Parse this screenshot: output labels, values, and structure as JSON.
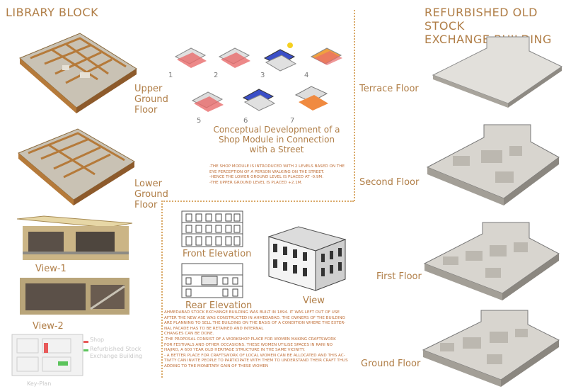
{
  "library": {
    "title": "LIBRARY BLOCK",
    "upper_ground": "Upper Ground Floor",
    "lower_ground": "Lower Ground Floor",
    "view1": "View-1",
    "view2": "View-2"
  },
  "stock_exchange": {
    "title_line1": "REFURBISHED OLD STOCK",
    "title_line2": "EXCHANGE BUILDING",
    "floors": [
      "Terrace Floor",
      "Second Floor",
      "First Floor",
      "Ground Floor"
    ]
  },
  "shop_module": {
    "steps": [
      "1",
      "2",
      "3",
      "4",
      "5",
      "6",
      "7"
    ],
    "caption": "Conceptual Development of a Shop Module in Connection with a Street",
    "notes": [
      "-THE SHOP MODULE IS INTRODUCED WITH 2 LEVELS BASED ON THE EYE PERCEPTION OF A PERSON WALKING ON THE STREET.",
      "-HENCE THE LOWER GROUND LEVEL IS PLACED AT -0.9M.",
      "-THE UPPER GROUND LEVEL IS PLACED +2.1M."
    ]
  },
  "elevations": {
    "front": "Front Elevation",
    "rear": "Rear Elevation",
    "view": "View"
  },
  "description": [
    "AHMEDABAD STOCK EXCHANGE BUILDING WAS BUILT IN 1894. IT WAS LEFT OUT OF USE",
    "AFTER THE NEW ASE WAS CONSTRUCTED IN AHMEDABAD. THE OWNERS OF THE BUILDING",
    "ARE PLANNING TO SELL THE BUILDING ON THE BASIS OF A CONDITION WHERE THE EXTER-",
    "NAL FACADE HAS TO BE RETAINED AND INTERNAL",
    "CHANGES CAN BE DONE.",
    "-THE PROPOSAL CONSIST OF A WORKSHOP PLACE FOR WOMEN MAKING CRAFTSWORK",
    "FOR FESTIVALS AND OTHER OCCASIONS. THESE WOMEN UTILISE SPACES IN RANI NO",
    "HAJIRO, A 600 YEAR OLD HERITAGE STRUCTURE IN THE SAME VICINITY.",
    "- A BETTER PLACE FOR CRAFTSWORK OF LOCAL WOMEN CAN BE ALLOCATED AND THIS AC-",
    "TIVITY CAN INVITE PEOPLE TO PARTICIPATE WITH THEM TO UNDERSTAND THEIR CRAFT THUS",
    "ADDING TO THE MONETARY GAIN OF THESE WOMEN"
  ],
  "key_plan": {
    "label": "Key-Plan",
    "legend": [
      {
        "text": "Shop",
        "color": "#e85a5a"
      },
      {
        "text": "Refurbished Stock Exchange Building",
        "color": "#5cc45c"
      }
    ]
  },
  "colors": {
    "accent_text": "#b07e47",
    "dotted_line": "#d9a968",
    "note_text": "#c0703a"
  }
}
